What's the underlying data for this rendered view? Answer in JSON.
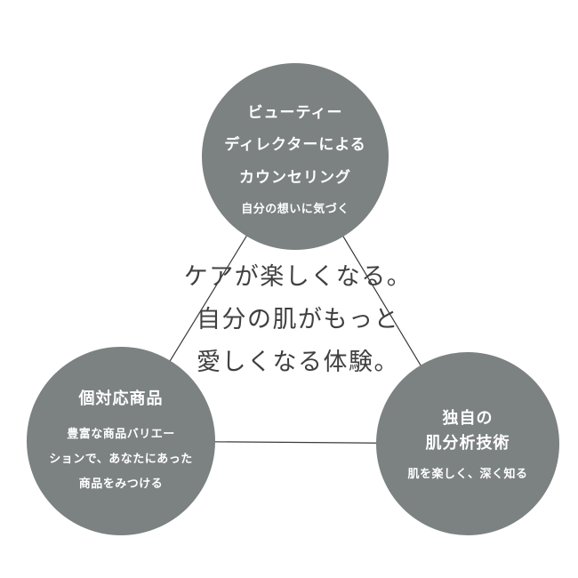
{
  "colors": {
    "circle_bg": "#7c8182",
    "circle_text": "#ffffff",
    "center_text": "#404040",
    "line_color": "#3a3a3a",
    "page_bg": "#ffffff"
  },
  "center_message": {
    "lines": [
      "ケアが楽しくなる。",
      "自分の肌がもっと",
      "愛しくなる体験。"
    ]
  },
  "circles": {
    "counseling": {
      "title_lines": [
        "ビューティー",
        "ディレクターによる",
        "カウンセリング"
      ],
      "subtitle": "自分の想いに気づく"
    },
    "products": {
      "title": "個対応商品",
      "subtitle_lines": [
        "豊富な商品バリエー",
        "ションで、あなたにあった",
        "商品をみつける"
      ]
    },
    "skin_analysis": {
      "title_lines": [
        "独自の",
        "肌分析技術"
      ],
      "subtitle": "肌を楽しく、深く知る"
    }
  }
}
